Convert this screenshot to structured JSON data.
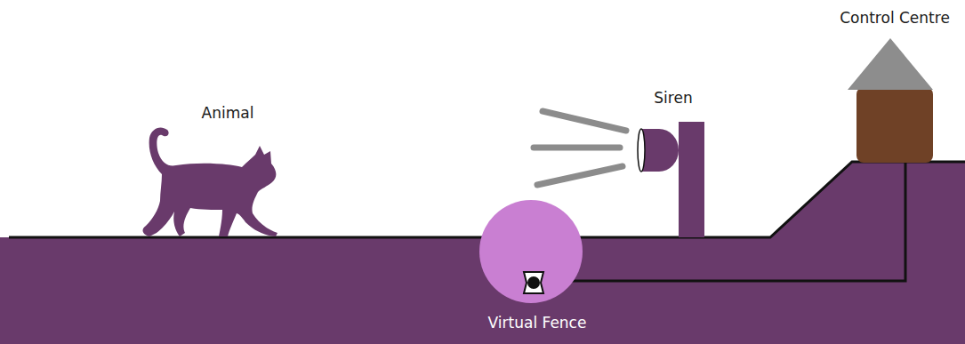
{
  "diagram": {
    "labels": [
      "Animal",
      "Siren",
      "Control Centre",
      "Virtual Fence"
    ]
  }
}
